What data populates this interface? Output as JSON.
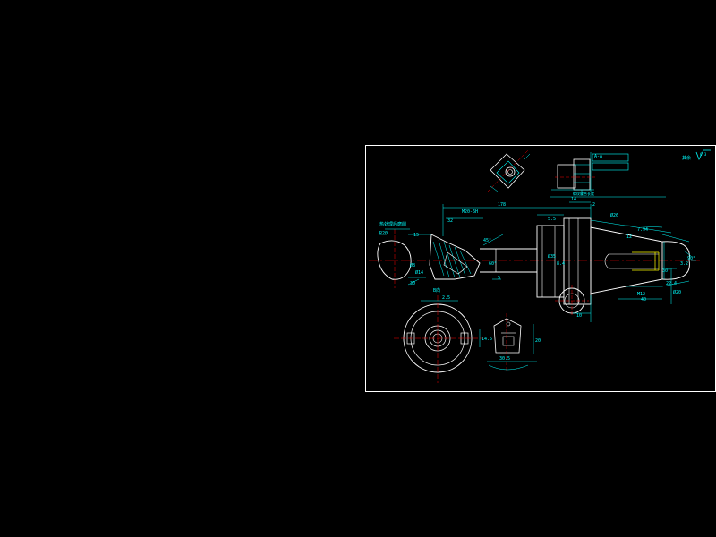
{
  "drawing": {
    "roughness_note": "其余",
    "roughness_value": "6.3",
    "section_label": "A-A",
    "view_b_label": "B向",
    "callout_left": "热处理后磨削",
    "callout_mid": "M20-6H",
    "note_tech": "螺纹旋合长度",
    "dims": {
      "overall_length": "178",
      "top_right": "2",
      "head_width": "14",
      "dim_5_5": "5.5",
      "dim_32": "32",
      "dim_b_15": "15",
      "dim_r20": "R20",
      "dim_d8": "Ø8",
      "dim_d14": "Ø14",
      "dim_30": "30",
      "dim_45": "45°",
      "dim_60": "60°",
      "dim_5": "5",
      "dim_7_94": "7.94",
      "dim_12": "12",
      "dim_d26": "Ø26",
      "dim_8_4": "8.4",
      "dim_d35": "Ø35",
      "dim_3_2": "3.2",
      "dim_22_4": "22.4",
      "dim_m12": "M12",
      "dim_40": "40",
      "dim_d20": "Ø20",
      "dim_10": "10",
      "dim_2_5": "2.5",
      "dim_14_5": "14.5",
      "dim_30_5": "30.5",
      "dim_20": "20",
      "dim_ang30": "30°",
      "dim_ang90": "90°"
    }
  },
  "colors": {
    "background": "#000000",
    "frame": "#ffffff",
    "outline": "#ffffff",
    "dimension": "#00ffff",
    "centerline": "#ff0000",
    "hatch": "#00ffff",
    "thread": "#ffff00"
  }
}
